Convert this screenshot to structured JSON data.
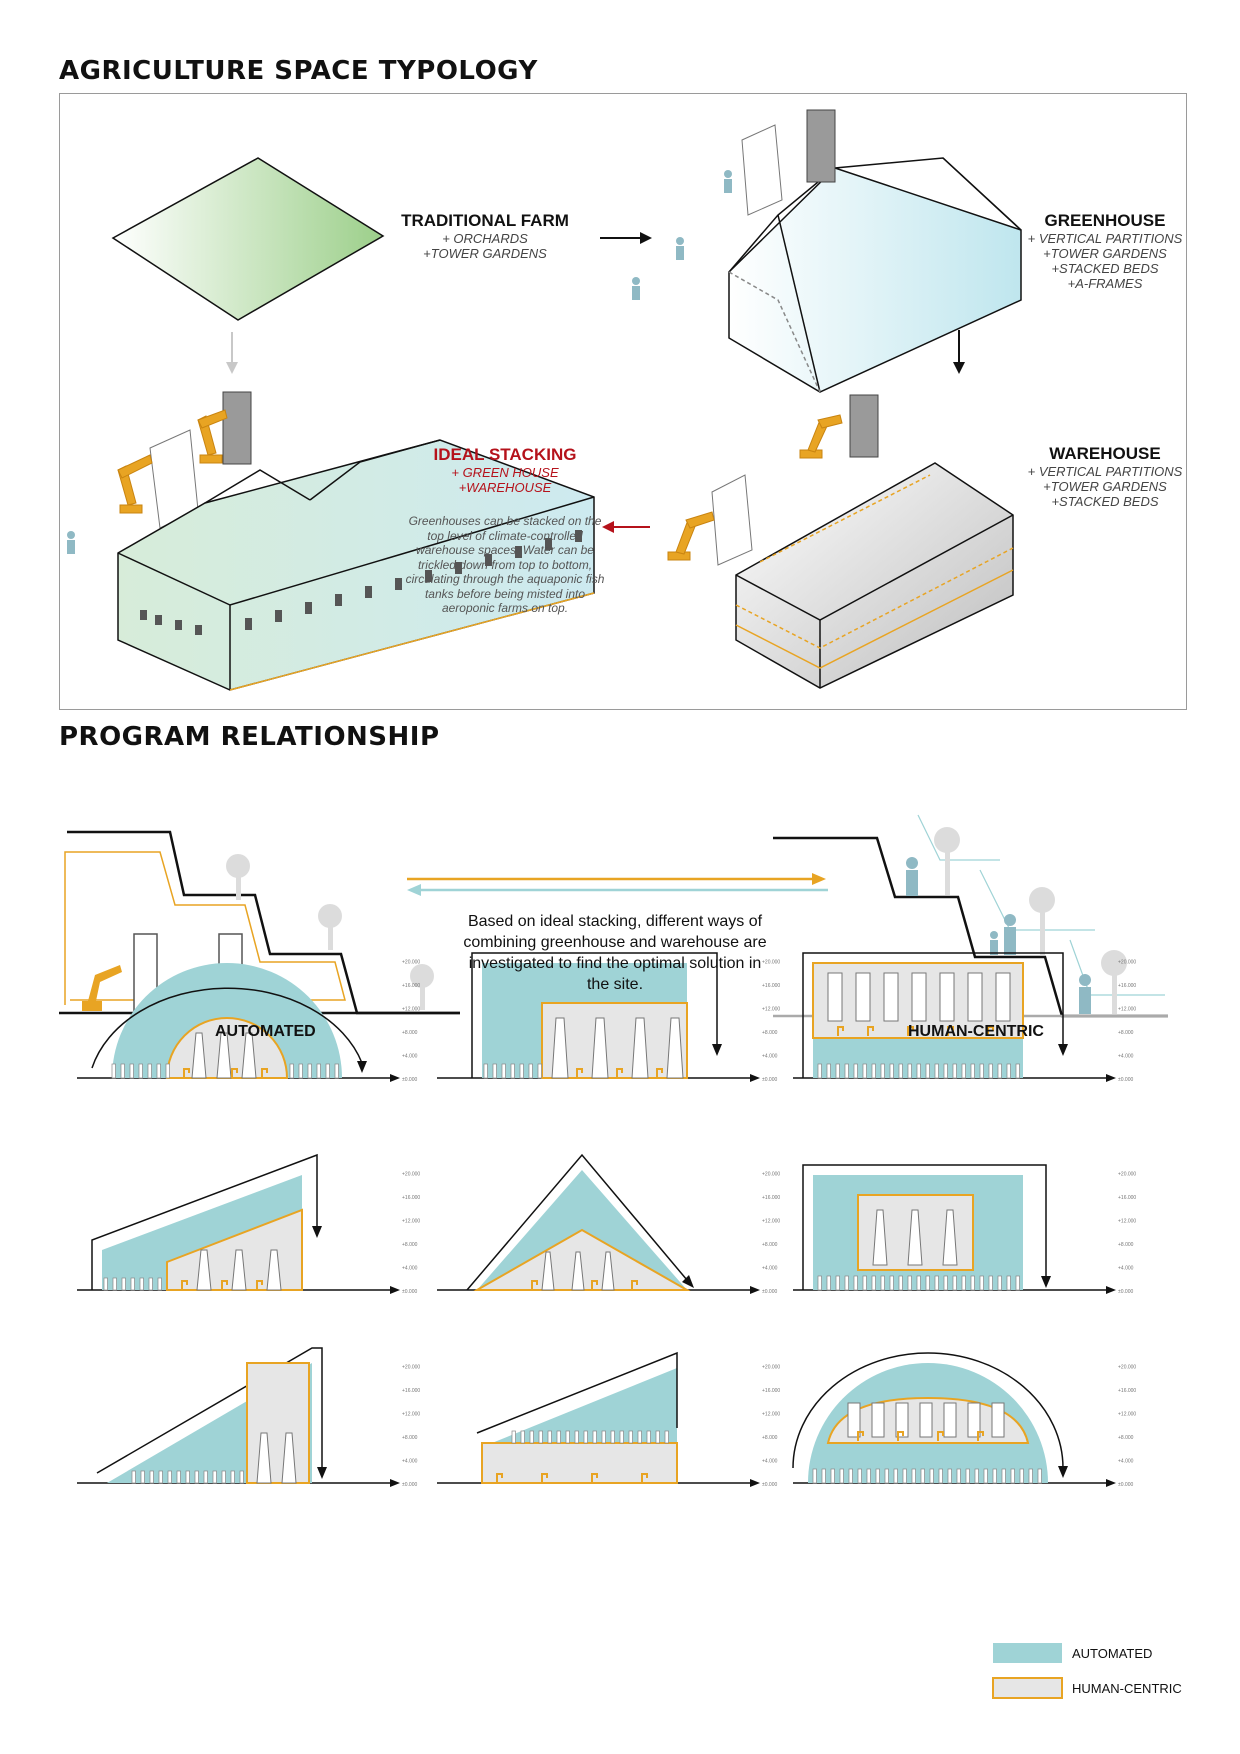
{
  "headings": {
    "typology": "AGRICULTURE SPACE TYPOLOGY",
    "program": "PROGRAM RELATIONSHIP"
  },
  "traditional_farm": {
    "title": "TRADITIONAL FARM",
    "items": [
      "+ ORCHARDS",
      "+TOWER GARDENS"
    ]
  },
  "greenhouse": {
    "title": "GREENHOUSE",
    "items": [
      "+ VERTICAL PARTITIONS",
      "+TOWER GARDENS",
      "+STACKED BEDS",
      "+A-FRAMES"
    ]
  },
  "warehouse": {
    "title": "WAREHOUSE",
    "items": [
      "+ VERTICAL PARTITIONS",
      "+TOWER GARDENS",
      "+STACKED BEDS"
    ]
  },
  "ideal_stacking": {
    "title": "IDEAL STACKING",
    "items": [
      "+ GREEN HOUSE",
      "+WAREHOUSE"
    ],
    "description": "Greenhouses can be stacked on the top level of climate-controlled warehouse spaces. Water can be trickled down from top to bottom, circulating through the aquaponic fish tanks before being misted into aeroponic farms on top."
  },
  "program": {
    "paragraph": "Based on ideal stacking, different ways of combining greenhouse and warehouse are investigated to find the optimal solution in the site.",
    "left_caption": "AUTOMATED",
    "right_caption": "HUMAN-CENTRIC"
  },
  "section_levels": [
    "+20.000",
    "+16.000",
    "+12.000",
    "+8.000",
    "+4.000",
    "±0.000"
  ],
  "legend": {
    "automated": "AUTOMATED",
    "human_centric": "HUMAN-CENTRIC"
  },
  "colors": {
    "automated": "#9fd3d6",
    "human_centric_fill": "#e6e6e6",
    "human_centric_stroke": "#e8a423",
    "accent_red": "#b5121b",
    "greenhouse_tint": "#bfe6ee",
    "farm_tint": "#9ccf8a"
  }
}
